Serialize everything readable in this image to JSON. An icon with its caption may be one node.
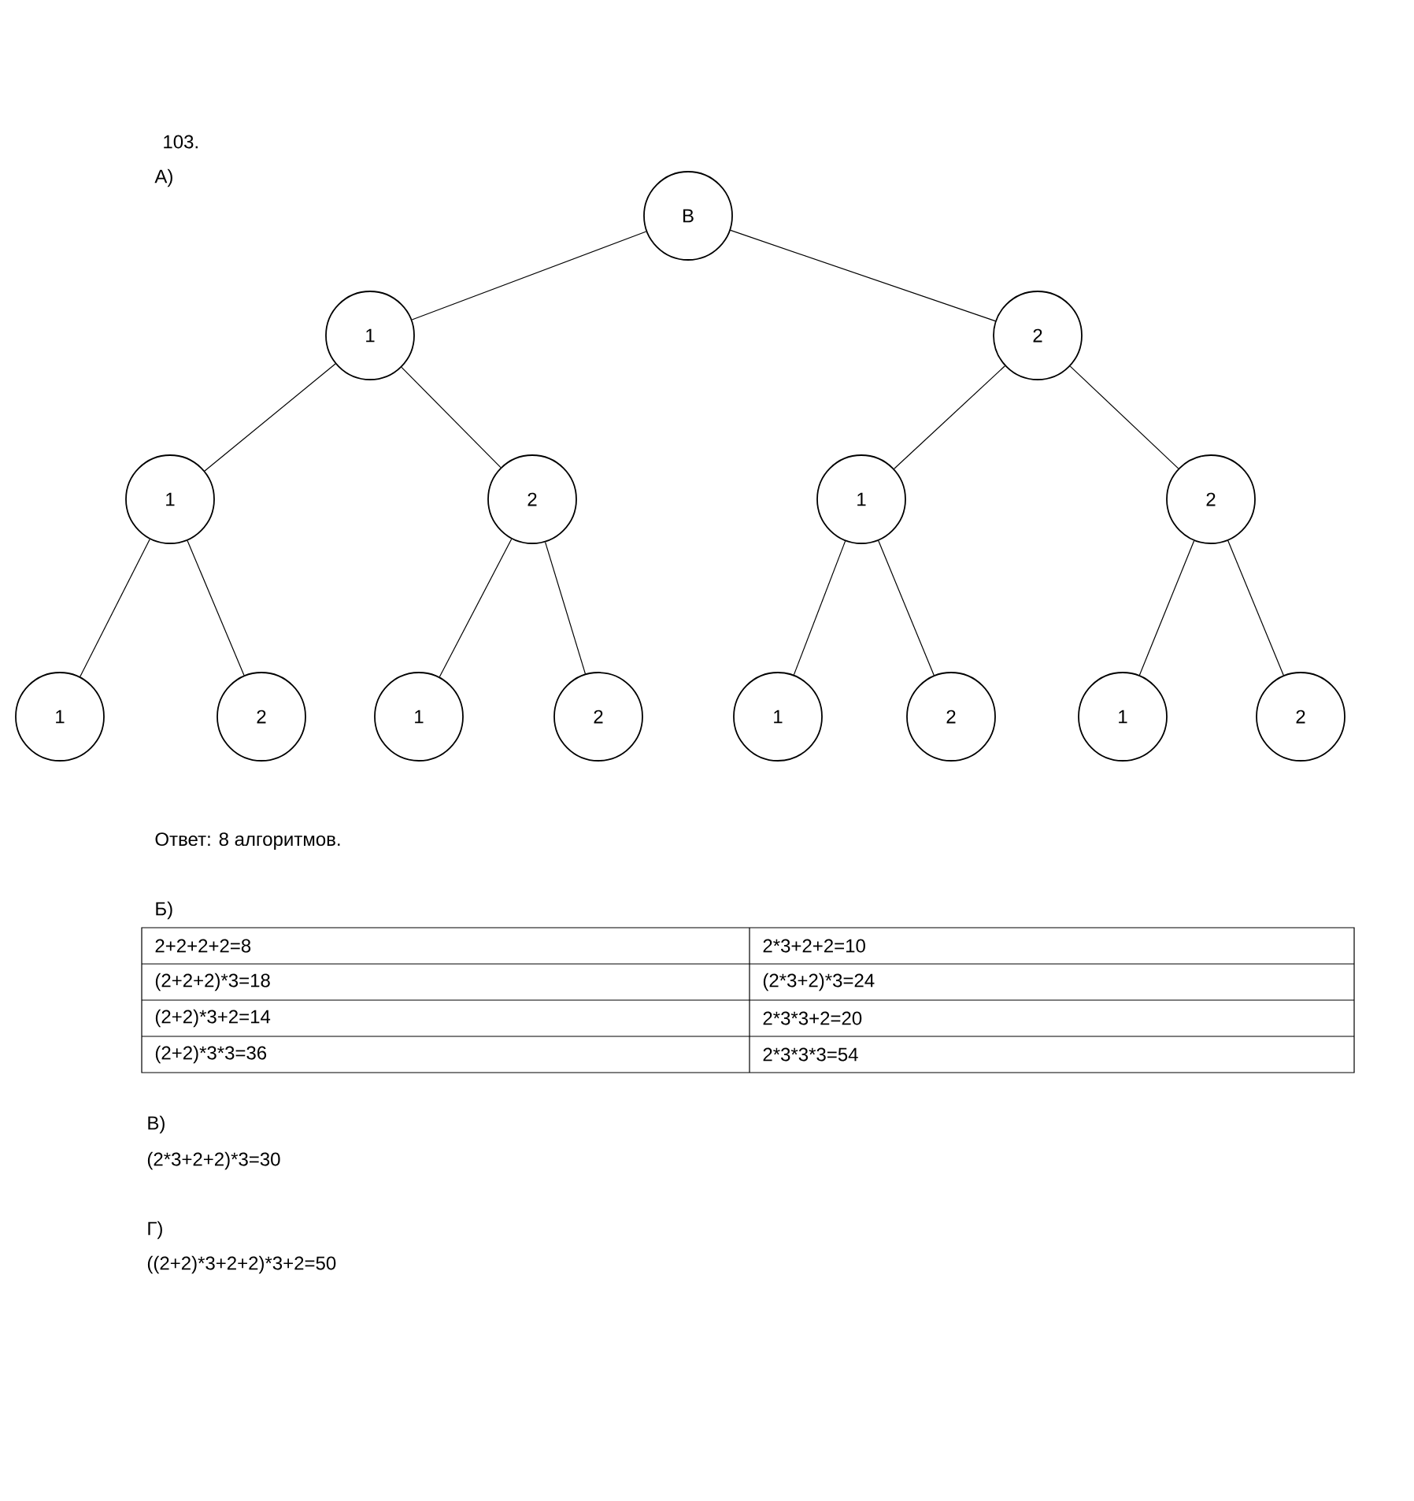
{
  "diagram": {
    "nodes": [
      {
        "text": [
          "В"
        ]
      },
      {
        "text": [
          "1"
        ]
      },
      {
        "text": [
          "2"
        ]
      },
      {
        "text": [
          "1"
        ]
      },
      {
        "text": [
          "2"
        ]
      },
      {
        "text": [
          "1"
        ]
      },
      {
        "text": [
          "2"
        ]
      },
      {
        "text": [
          "1"
        ]
      },
      {
        "text": [
          "2"
        ]
      },
      {
        "text": [
          "1"
        ]
      },
      {
        "text": [
          "2"
        ]
      },
      {
        "text": [
          "1"
        ]
      },
      {
        "text": [
          "2"
        ]
      },
      {
        "text": [
          "1"
        ]
      },
      {
        "text": [
          "2"
        ]
      }
    ],
    "edges": [
      {
        "from": 0,
        "to": 1,
        "arrow": "none"
      },
      {
        "from": 0,
        "to": 2,
        "arrow": "none"
      },
      {
        "from": 1,
        "to": 3,
        "arrow": "none"
      },
      {
        "from": 1,
        "to": 4,
        "arrow": "none"
      },
      {
        "from": 2,
        "to": 5,
        "arrow": "none"
      },
      {
        "from": 2,
        "to": 6,
        "arrow": "none"
      },
      {
        "from": 3,
        "to": 7,
        "arrow": "none"
      },
      {
        "from": 3,
        "to": 8,
        "arrow": "none"
      },
      {
        "from": 4,
        "to": 9,
        "arrow": "none"
      },
      {
        "from": 4,
        "to": 10,
        "arrow": "none"
      },
      {
        "from": 5,
        "to": 11,
        "arrow": "none"
      },
      {
        "from": 5,
        "to": 12,
        "arrow": "none"
      },
      {
        "from": 6,
        "to": 13,
        "arrow": "none"
      },
      {
        "from": 6,
        "to": 14,
        "arrow": "none"
      }
    ],
    "labels": [
      "103.",
      "А)",
      "Ответ: 8 алгоритмов.",
      "Б)",
      "2+2+2+2=8",
      "2*3+2+2=10",
      "(2+2+2)*3=18",
      "(2*3+2)*3=24",
      "(2+2)*3+2=14",
      "2*3*3+2=20",
      "(2+2)*3*3=36",
      "2*3*3*3=54",
      "В)",
      "(2*3+2+2)*3=30",
      "Г)",
      "((2+2)*3+2+2)*3+2=50"
    ]
  }
}
